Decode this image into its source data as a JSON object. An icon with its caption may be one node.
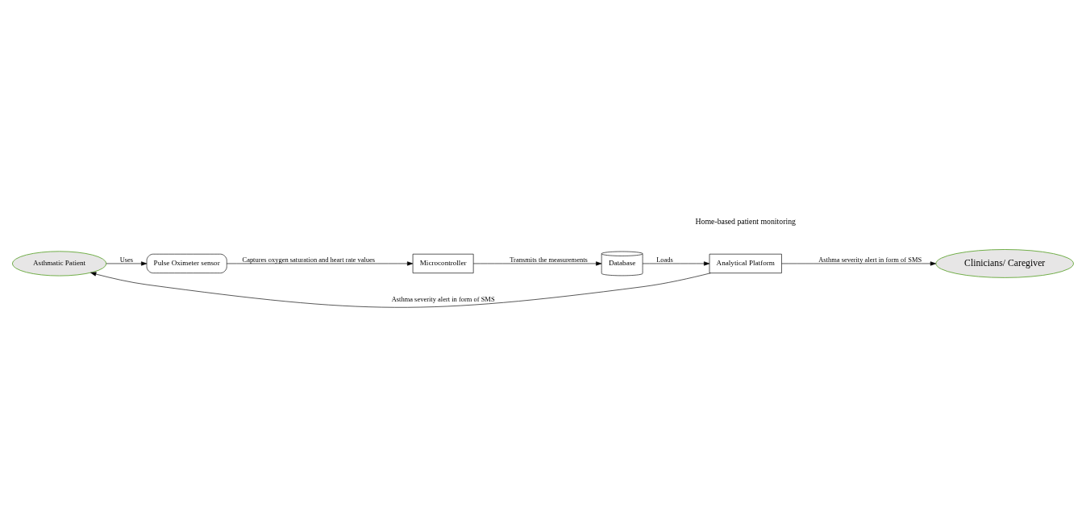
{
  "diagram": {
    "nodes": [
      {
        "text": [
          "Asthmatic Patient"
        ]
      },
      {
        "text": [
          "Pulse Oximeter sensor"
        ]
      },
      {
        "text": [
          "Microcontroller"
        ]
      },
      {
        "text": [
          "Database"
        ]
      },
      {
        "text": [
          "Analytical Platform"
        ]
      },
      {
        "text": [
          "Clinicians/ Caregiver"
        ]
      }
    ],
    "edges": [
      {
        "from": 0,
        "to": 1,
        "arrow": "to",
        "label": "Uses"
      },
      {
        "from": 1,
        "to": 2,
        "arrow": "to",
        "label": "Captures oxygen saturation and heart rate values"
      },
      {
        "from": 2,
        "to": 3,
        "arrow": "to",
        "label": "Transmits the measurements"
      },
      {
        "from": 3,
        "to": 4,
        "arrow": "to",
        "label": "Loads"
      },
      {
        "from": 4,
        "to": 0,
        "arrow": "to",
        "label": "Asthma severity alert in form of SMS"
      },
      {
        "from": 4,
        "to": 5,
        "arrow": "to",
        "label": "Asthma severity alert in form of SMS"
      }
    ],
    "labels": [
      "Home-based patient monitoring"
    ]
  }
}
